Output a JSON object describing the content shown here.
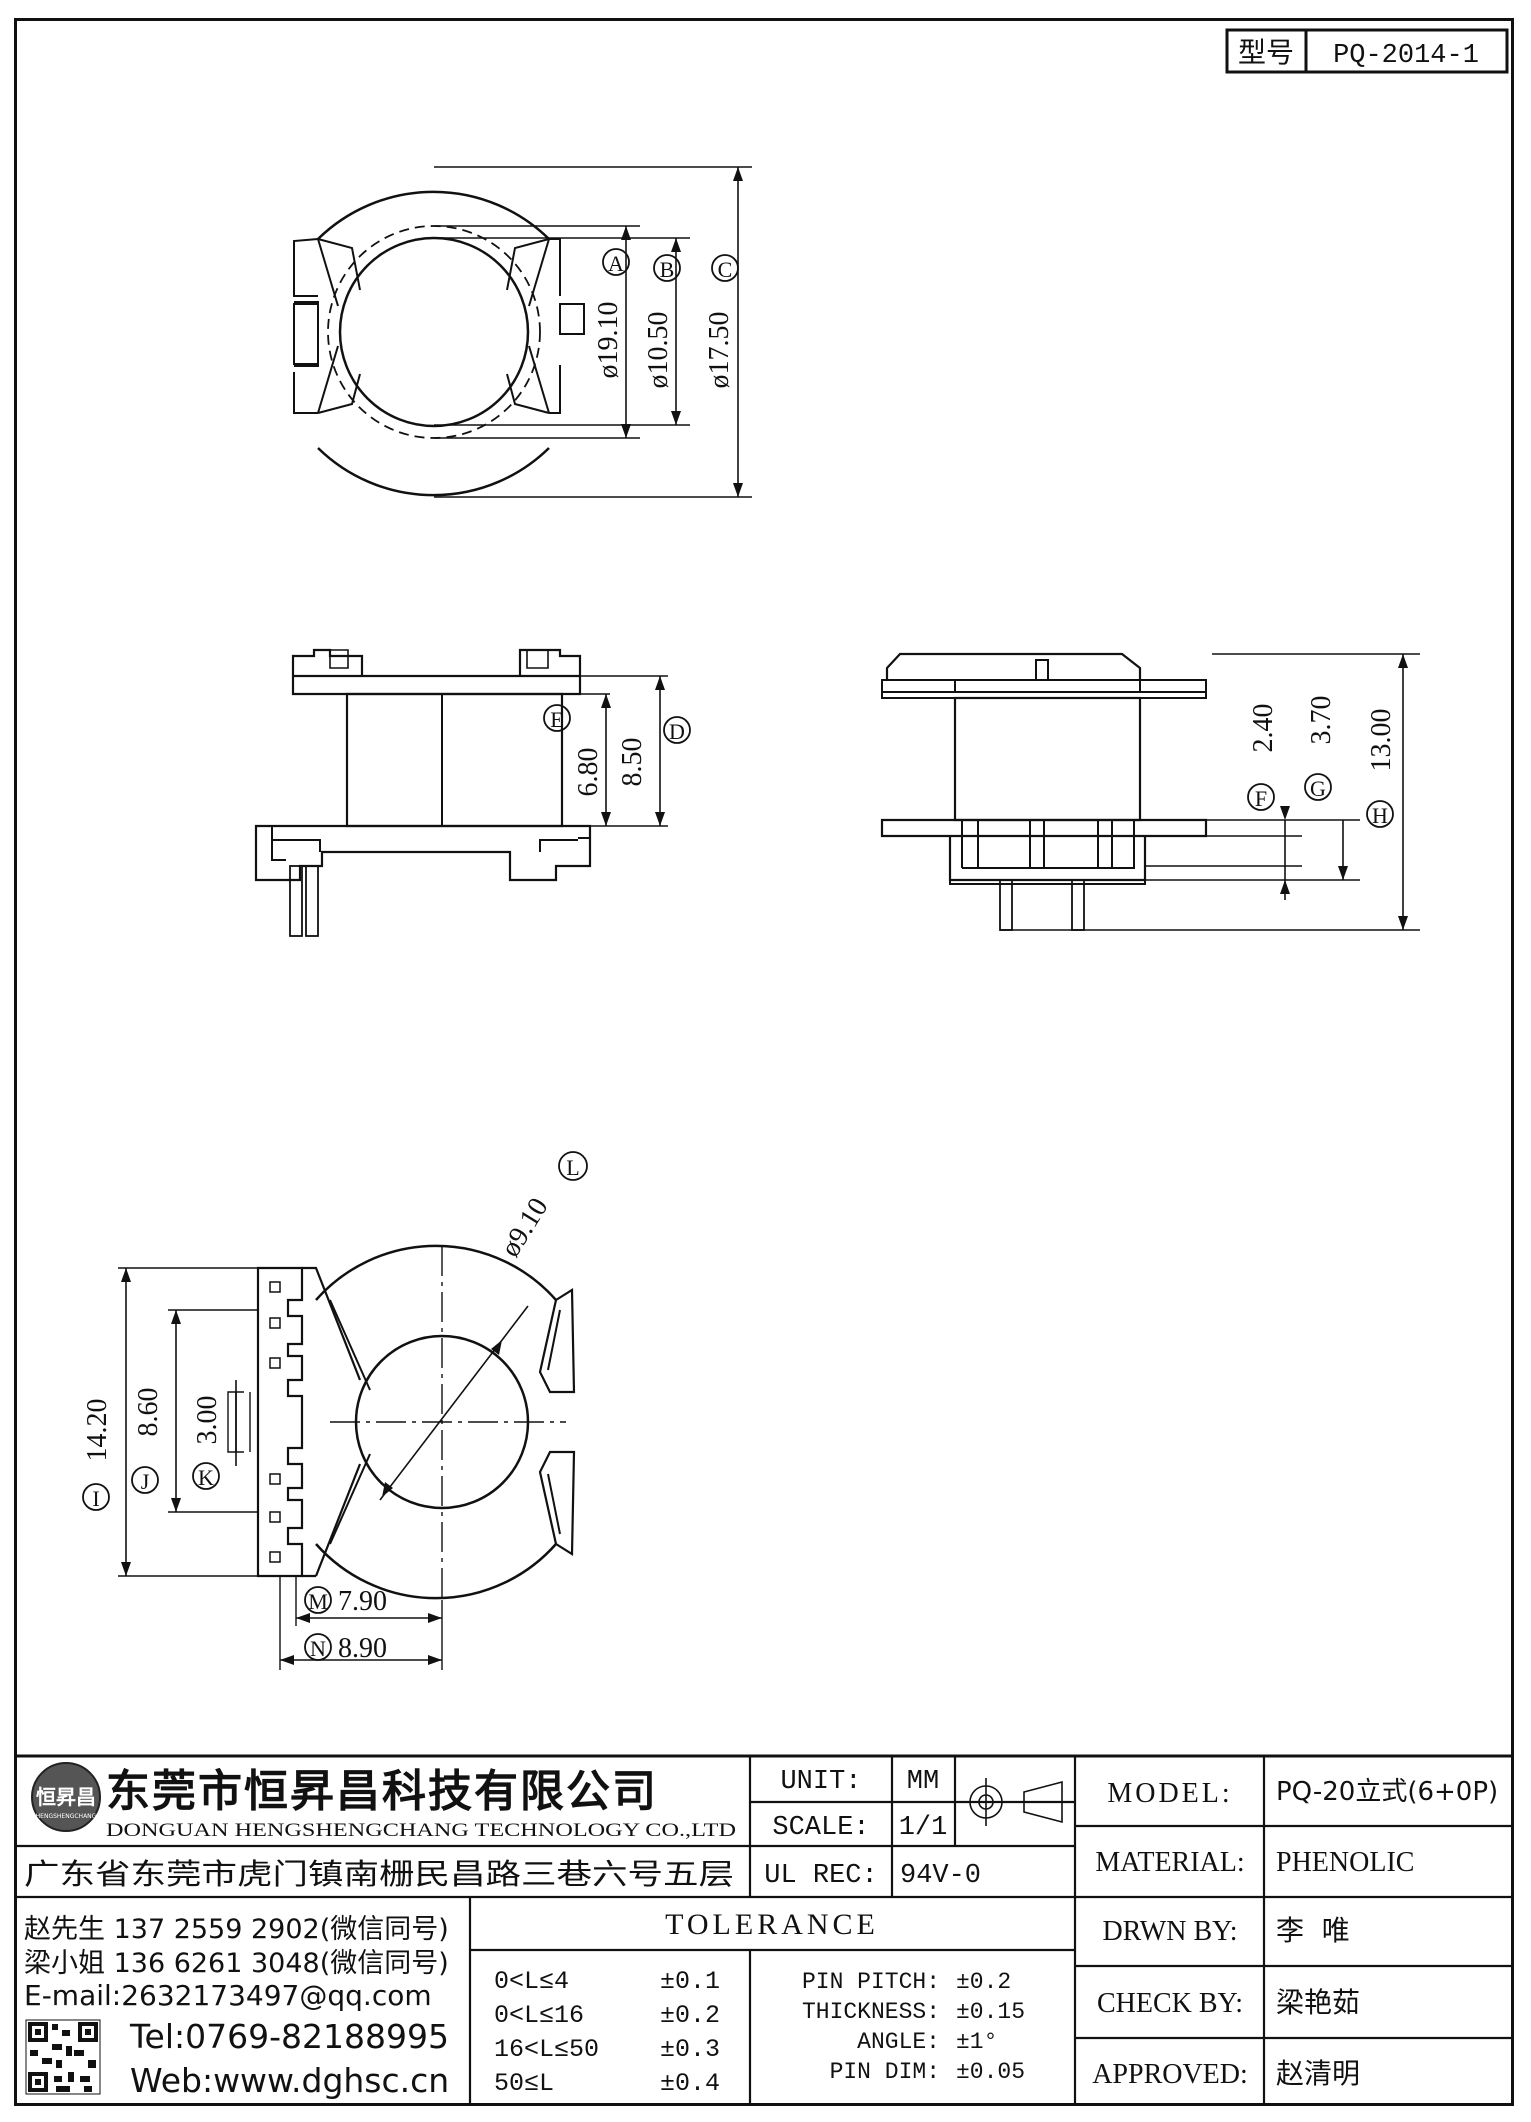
{
  "model_box": {
    "label": "型号",
    "value": "PQ-2014-1"
  },
  "dims": {
    "A": {
      "letter": "A",
      "value": "ø19.10"
    },
    "B": {
      "letter": "B",
      "value": "ø10.50"
    },
    "C": {
      "letter": "C",
      "value": "ø17.50"
    },
    "D": {
      "letter": "D",
      "value": "8.50"
    },
    "E": {
      "letter": "E",
      "value": "6.80"
    },
    "F": {
      "letter": "F",
      "value": "2.40"
    },
    "G": {
      "letter": "G",
      "value": "3.70"
    },
    "H": {
      "letter": "H",
      "value": "13.00"
    },
    "I": {
      "letter": "I",
      "value": "14.20"
    },
    "J": {
      "letter": "J",
      "value": "8.60"
    },
    "K": {
      "letter": "K",
      "value": "3.00"
    },
    "L": {
      "letter": "L",
      "value": "ø9.10"
    },
    "M": {
      "letter": "M",
      "value": "7.90"
    },
    "N": {
      "letter": "N",
      "value": "8.90"
    }
  },
  "company": {
    "logo_text": "恒昇昌",
    "logo_sub": "HENGSHENGCHANG",
    "name_cn": "东莞市恒昇昌科技有限公司",
    "name_en": "DONGUAN HENGSHENGCHANG TECHNOLOGY CO.,LTD",
    "address": "广东省东莞市虎门镇南栅民昌路三巷六号五层",
    "contacts": [
      "赵先生 137 2559 2902(微信同号)",
      "梁小姐 136 6261 3048(微信同号)"
    ],
    "email": "E-mail:2632173497@qq.com",
    "tel": "Tel:0769-82188995",
    "web": "Web:www.dghsc.cn"
  },
  "specs": {
    "unit_label": "UNIT:",
    "unit_value": "MM",
    "scale_label": "SCALE:",
    "scale_value": "1/1",
    "ul_label": "UL REC:",
    "ul_value": "94V-0"
  },
  "tolerance": {
    "title": "TOLERANCE",
    "ranges": [
      {
        "range": "0<L≤4",
        "tol": "±0.1"
      },
      {
        "range": "0<L≤16",
        "tol": "±0.2"
      },
      {
        "range": "16<L≤50",
        "tol": "±0.3"
      },
      {
        "range": "50≤L",
        "tol": "±0.4"
      }
    ],
    "misc": [
      {
        "label": "PIN PITCH:",
        "tol": "±0.2"
      },
      {
        "label": "THICKNESS:",
        "tol": "±0.15"
      },
      {
        "label": "ANGLE:",
        "tol": "±1°"
      },
      {
        "label": "PIN DIM:",
        "tol": "±0.05"
      }
    ]
  },
  "info": [
    {
      "label": "MODEL:",
      "value": "PQ-20立式(6+0P)"
    },
    {
      "label": "MATERIAL:",
      "value": "PHENOLIC"
    },
    {
      "label": "DRWN BY:",
      "value": "李  唯"
    },
    {
      "label": "CHECK BY:",
      "value": "梁艳茹"
    },
    {
      "label": "APPROVED:",
      "value": "赵清明"
    }
  ]
}
